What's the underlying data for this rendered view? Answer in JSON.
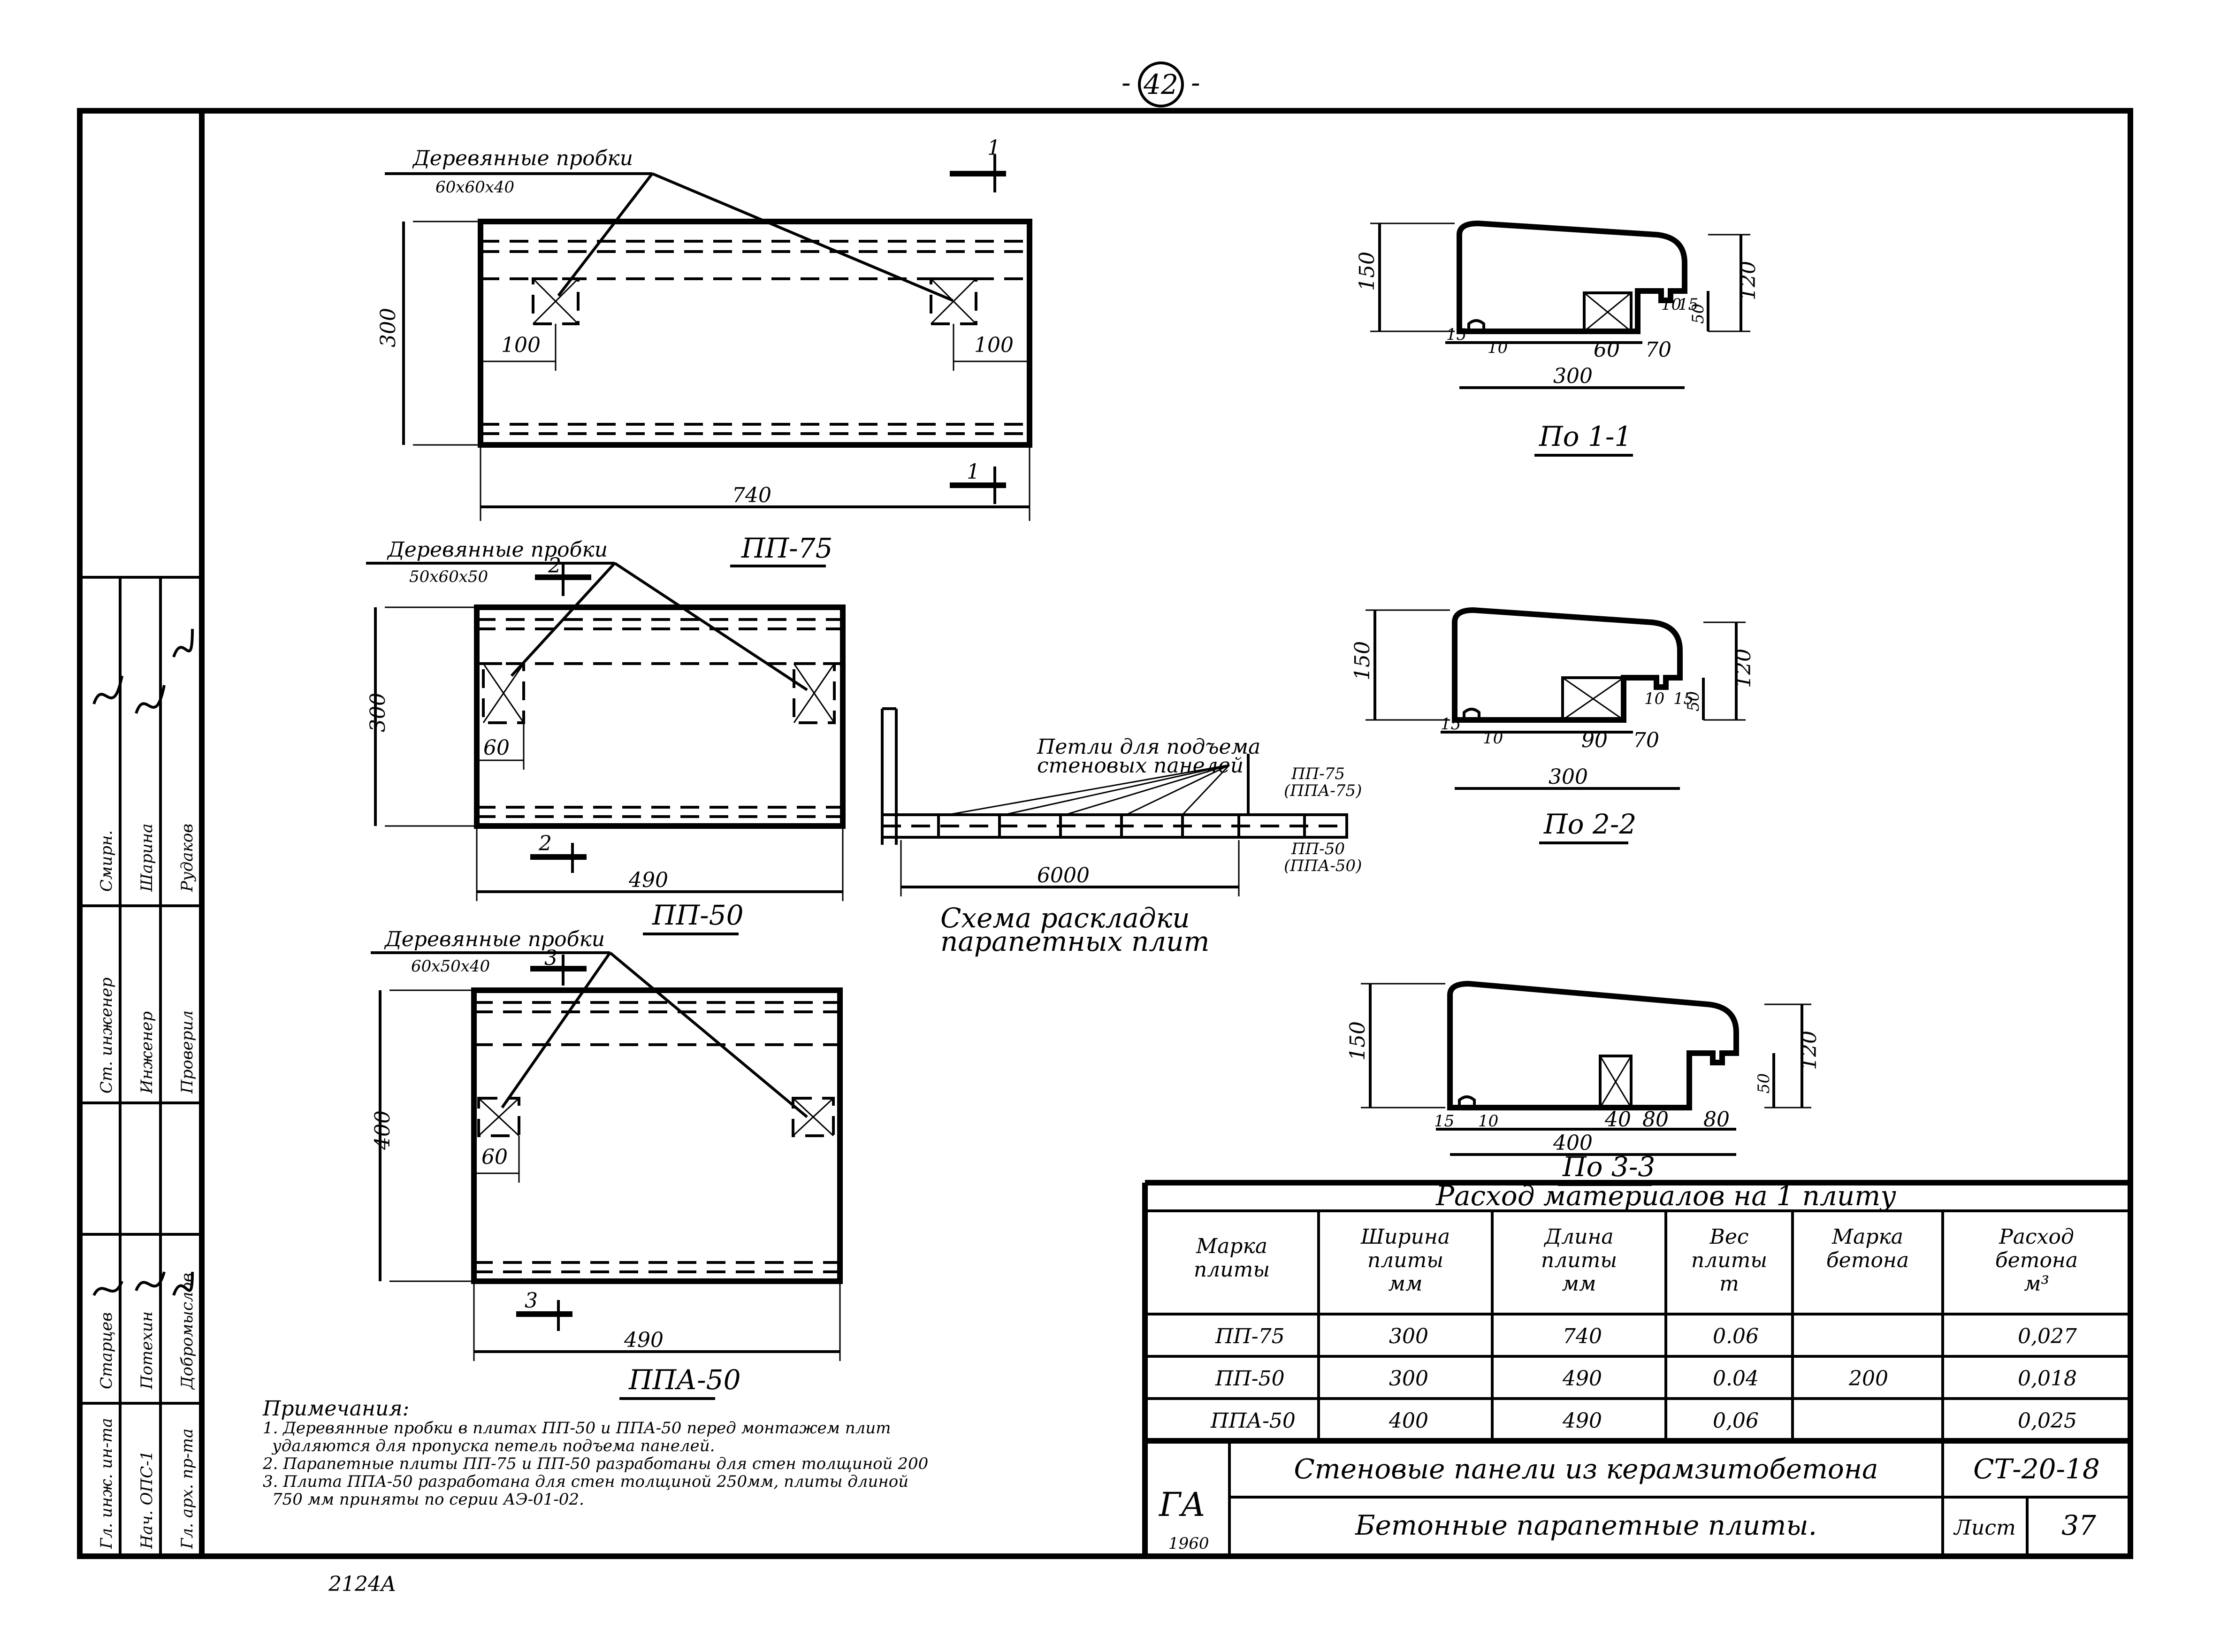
{
  "page_number": "42",
  "stamp_bottom": "2124A",
  "drawings": {
    "pp75": {
      "title": "ПП-75",
      "plugs_label": "Деревянные пробки",
      "plugs_size": "60x60x40",
      "dim_height": "300",
      "dim_length": "740",
      "dim_left_offset": "100",
      "dim_right_offset": "100",
      "section_mark": "1"
    },
    "pp50": {
      "title": "ПП-50",
      "plugs_label": "Деревянные пробки",
      "plugs_size": "50x60x50",
      "dim_height": "300",
      "dim_length": "490",
      "dim_offset": "60",
      "section_mark": "2"
    },
    "ppa50": {
      "title": "ППА-50",
      "plugs_label": "Деревянные пробки",
      "plugs_size": "60x50x40",
      "dim_height": "400",
      "dim_length": "490",
      "dim_offset": "60",
      "section_mark": "3"
    },
    "section_1": {
      "title": "По 1-1",
      "dims": [
        "150",
        "120",
        "50",
        "15",
        "10",
        "60",
        "70",
        "10",
        "15",
        "300"
      ]
    },
    "section_2": {
      "title": "По 2-2",
      "dims": [
        "150",
        "120",
        "50",
        "15",
        "10",
        "90",
        "70",
        "10",
        "15",
        "300"
      ]
    },
    "section_3": {
      "title": "По 3-3",
      "dims": [
        "150",
        "120",
        "50",
        "15",
        "10",
        "40",
        "80",
        "80",
        "400"
      ]
    },
    "layout_scheme": {
      "title_line1": "Схема раскладки",
      "title_line2": "парапетных плит",
      "loops_line1": "Петли для подъема",
      "loops_line2": "стеновых панелей",
      "label_top1": "ПП-75",
      "label_top2": "(ППА-75)",
      "label_bot1": "ПП-50",
      "label_bot2": "(ППА-50)",
      "dim": "6000"
    }
  },
  "notes": {
    "heading": "Примечания:",
    "items": [
      "1. Деревянные пробки в плитах ПП-50 и ППА-50 перед монтажем плит",
      "удаляются для пропуска петель подъема панелей.",
      "2. Парапетные плиты ПП-75 и ПП-50 разработаны для стен толщиной 200",
      "3. Плита ППА-50 разработана для стен толщиной 250мм, плиты длиной",
      "750 мм приняты по серии АЭ-01-02."
    ]
  },
  "materials_table": {
    "caption": "Расход материалов на 1 плиту",
    "headers": [
      [
        "Марка",
        "плиты"
      ],
      [
        "Ширина",
        "плиты",
        "мм"
      ],
      [
        "Длина",
        "плиты",
        "мм"
      ],
      [
        "Вес",
        "плиты",
        "т"
      ],
      [
        "Марка",
        "бетона"
      ],
      [
        "Расход",
        "бетона",
        "м³"
      ]
    ],
    "rows": [
      [
        "ПП-75",
        "300",
        "740",
        "0.06",
        "",
        "0,027"
      ],
      [
        "ПП-50",
        "300",
        "490",
        "0.04",
        "200",
        "0,018"
      ],
      [
        "ППА-50",
        "400",
        "490",
        "0,06",
        "",
        "0,025"
      ]
    ]
  },
  "title_block": {
    "logo": "ГА",
    "year": "1960",
    "project": "Стеновые панели из керамзитобетона",
    "sheet_title": "Бетонные парапетные плиты.",
    "code": "СТ-20-18",
    "sheet_label": "Лист",
    "sheet_no": "37"
  },
  "side_stamp": {
    "roles": [
      "Гл. инж. ин-та",
      "Нач. ОПС-1",
      "Гл. арх. пр-та"
    ],
    "roles2": [
      "Ст. инженер",
      "Инженер",
      "Проверил"
    ],
    "names": [
      "Старцев",
      "Потехин",
      "Добромыслов"
    ],
    "names2": [
      "Смирн.",
      "Шарина",
      "Рудаков"
    ]
  }
}
